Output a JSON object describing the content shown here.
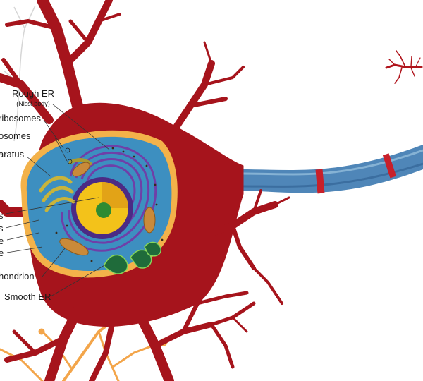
{
  "labels": {
    "rough_er": "Rough ER",
    "nissl_body": "(Nissl body)",
    "ribosomes": "ribosomes",
    "polyribosomes": "osomes",
    "golgi": "aratus",
    "label_a": "s",
    "label_b": "s",
    "label_c": "e",
    "label_d": "e",
    "mitochondrion": "hondrion",
    "smooth_er": "Smooth ER"
  },
  "colors": {
    "cell_body": "#a6141c",
    "cell_body_dark": "#8c0f16",
    "cytoplasm": "#3d8fc0",
    "cell_outline": "#f3b24a",
    "er_purple": "#6f3fa8",
    "nucleus_outer": "#4b2b85",
    "nucleus": "#f3c21a",
    "nucleolus": "#2e8b32",
    "golgi": "#c9b43a",
    "mitochondria": "#c98a3a",
    "smooth_er": "#1f6b3a",
    "axon_myelin": "#4f86b8",
    "node": "#c8202a",
    "dendrite_light": "#cfcfcf",
    "terminal_orange": "#f3a54a"
  }
}
